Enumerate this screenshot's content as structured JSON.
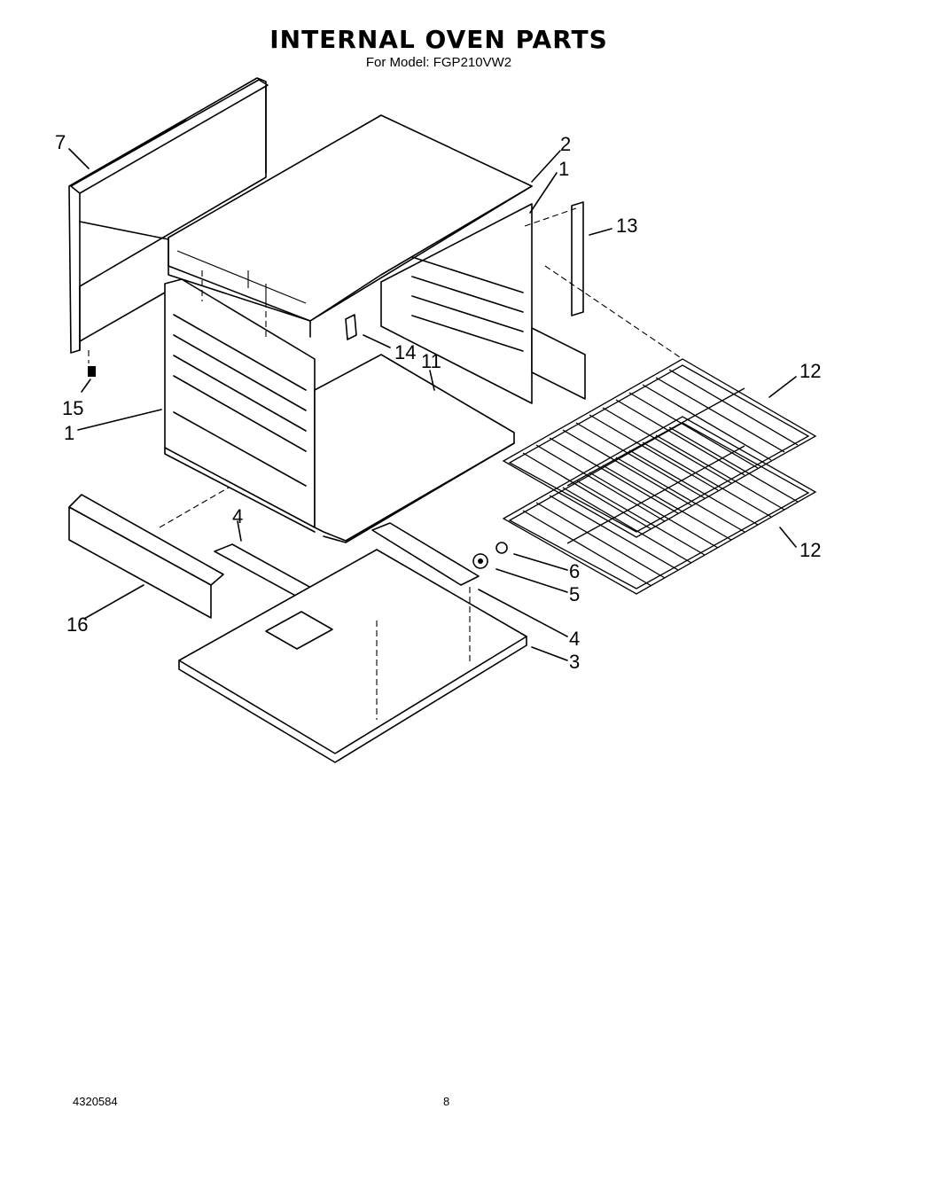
{
  "header": {
    "title": "INTERNAL OVEN PARTS",
    "subtitle": "For Model: FGP210VW2"
  },
  "callouts": [
    "7",
    "2",
    "1",
    "13",
    "14",
    "11",
    "15",
    "1",
    "12",
    "12",
    "6",
    "5",
    "4",
    "3",
    "4",
    "16"
  ],
  "footer": {
    "doc_number": "4320584",
    "page_number": "8"
  }
}
